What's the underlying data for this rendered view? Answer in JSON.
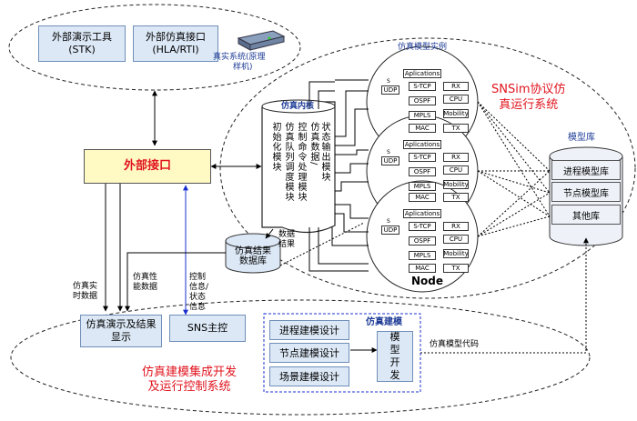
{
  "top_group": {
    "stk_line1": "外部演示工具",
    "stk_line2": "(STK)",
    "hla_line1": "外部仿真接口",
    "hla_line2": "(HLA/RTI)",
    "real_system_line1": "真实系统(原理",
    "real_system_line2": "样机)"
  },
  "external_interface": {
    "label": "外部接口"
  },
  "kernel": {
    "title": "仿真内核",
    "columns": [
      "初始化模块",
      "仿真队列调度模块",
      "控制命令处理模块",
      "仿真数据/",
      "状态输出模块"
    ]
  },
  "result_db": {
    "line1": "仿真结果",
    "line2": "数据库",
    "result_label_1": "数据",
    "result_label_2": "结果"
  },
  "model_instances": {
    "title": "仿真模型实例",
    "node_label": "Node",
    "cells": {
      "app": "Aplications",
      "stcp": "S-TCP",
      "udp": "UDP",
      "ospf": "OSPF",
      "mpls": "MPLS",
      "mac": "MAC",
      "rx": "RX",
      "cpu": "CPU",
      "mobility": "Mobility",
      "tx": "TX",
      "s": "S"
    }
  },
  "sns_system": {
    "line1": "SNSim协议仿",
    "line2": "真运行系统"
  },
  "model_library": {
    "title": "模型库",
    "items": [
      "进程模型库",
      "节点模型库",
      "其他库"
    ]
  },
  "bottom_group": {
    "display_box_line1": "仿真演示及结果",
    "display_box_line2": "显示",
    "sns_control": "SNS主控",
    "process_design": "进程建模设计",
    "node_design": "节点建模设计",
    "scene_design": "场景建模设计",
    "modeling_title": "仿真建模",
    "model_dev_line1": "模",
    "model_dev_line2": "型",
    "model_dev_line3": "开",
    "model_dev_line4": "发",
    "model_code_label": "仿真模型代码",
    "system_title_line1": "仿真建模集成开发",
    "system_title_line2": "及运行控制系统"
  },
  "edge_labels": {
    "realtime_1": "仿真实",
    "realtime_2": "时数据",
    "performance_1": "仿真性",
    "performance_2": "能数据",
    "control_1": "控制",
    "control_2": "信息/",
    "control_3": "状态",
    "control_4": "信息"
  }
}
